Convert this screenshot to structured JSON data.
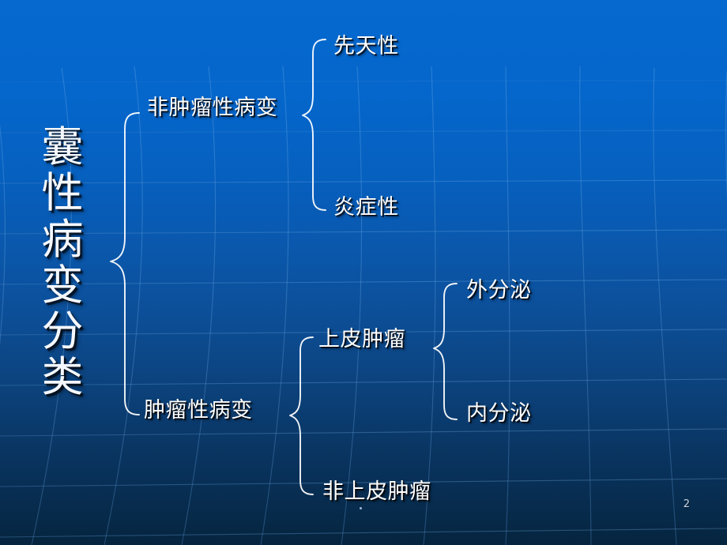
{
  "slide": {
    "page_number": "2",
    "background": {
      "top_color": "#0569cf",
      "bottom_color": "#05243e",
      "grid_line_color": "#5c9fe0",
      "style": "globe-grid"
    },
    "text_color": "#ffffff"
  },
  "diagram_data": {
    "type": "tree",
    "title": "囊性病变分类",
    "root": {
      "label": "囊性病变分类",
      "orientation": "vertical",
      "characters": [
        "囊",
        "性",
        "病",
        "变",
        "分",
        "类"
      ]
    },
    "levels": [
      {
        "level": 1,
        "nodes": [
          {
            "id": "nonneoplastic",
            "label": "非肿瘤性病变"
          },
          {
            "id": "neoplastic",
            "label": "肿瘤性病变"
          }
        ]
      },
      {
        "level": 2,
        "nodes": [
          {
            "id": "congenital",
            "label": "先天性",
            "parent": "nonneoplastic"
          },
          {
            "id": "inflammatory",
            "label": "炎症性",
            "parent": "nonneoplastic"
          },
          {
            "id": "epithelial",
            "label": "上皮肿瘤",
            "parent": "neoplastic"
          },
          {
            "id": "nonepithelial",
            "label": "非上皮肿瘤",
            "parent": "neoplastic"
          }
        ]
      },
      {
        "level": 3,
        "nodes": [
          {
            "id": "exocrine",
            "label": "外分泌",
            "parent": "epithelial"
          },
          {
            "id": "endocrine",
            "label": "内分泌",
            "parent": "epithelial"
          }
        ]
      }
    ],
    "braces": [
      {
        "id": "root-brace",
        "groups": [
          "非肿瘤性病变",
          "肿瘤性病变"
        ]
      },
      {
        "id": "nonneoplastic-brace",
        "groups": [
          "先天性",
          "炎症性"
        ]
      },
      {
        "id": "neoplastic-brace",
        "groups": [
          "上皮肿瘤",
          "非上皮肿瘤"
        ]
      },
      {
        "id": "epithelial-brace",
        "groups": [
          "外分泌",
          "内分泌"
        ]
      }
    ]
  },
  "labels": {
    "root_title": "囊性病变分类",
    "root_chars": {
      "c0": "囊",
      "c1": "性",
      "c2": "病",
      "c3": "变",
      "c4": "分",
      "c5": "类"
    },
    "nonneoplastic": "非肿瘤性病变",
    "neoplastic": "肿瘤性病变",
    "congenital": "先天性",
    "inflammatory": "炎症性",
    "epithelial": "上皮肿瘤",
    "nonepithelial": "非上皮肿瘤",
    "exocrine": "外分泌",
    "endocrine": "内分泌"
  }
}
